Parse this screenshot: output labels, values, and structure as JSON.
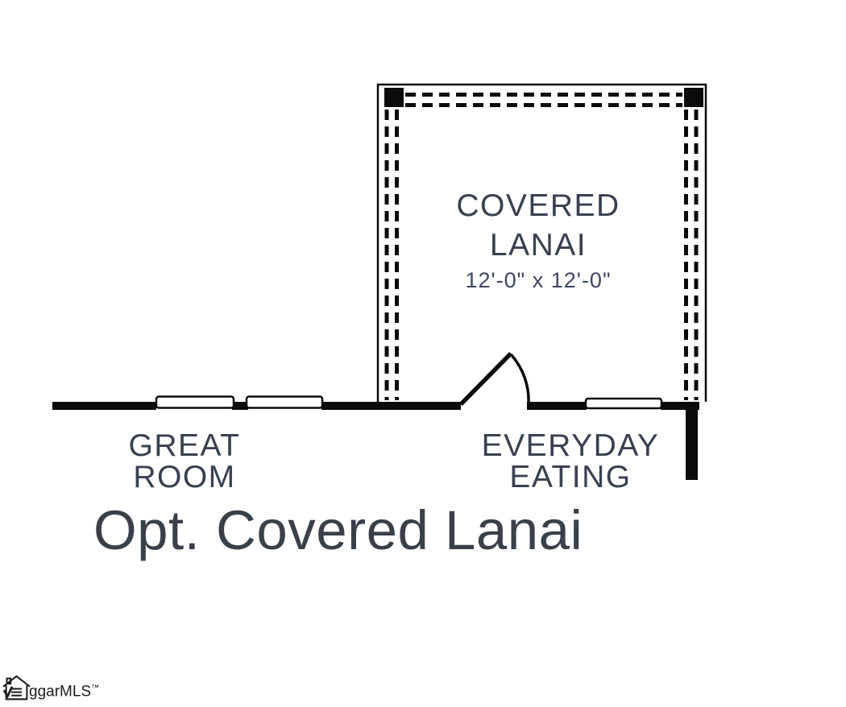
{
  "plan": {
    "title": "Opt. Covered Lanai",
    "rooms": {
      "covered_lanai": {
        "name_line1": "COVERED",
        "name_line2": "LANAI",
        "dimensions": "12'-0\" x 12'-0\""
      },
      "great_room": {
        "name_line1": "GREAT",
        "name_line2": "ROOM"
      },
      "everyday_eating": {
        "name_line1": "EVERYDAY",
        "name_line2": "EATING"
      }
    },
    "colors": {
      "background": "#ffffff",
      "wall": "#0b0b0b",
      "label": "#394050",
      "dimension": "#3d4660",
      "title": "#3a4049",
      "watermark": "#1c1c1c"
    }
  },
  "watermark": {
    "text": "ggarMLS",
    "tm": "™"
  }
}
